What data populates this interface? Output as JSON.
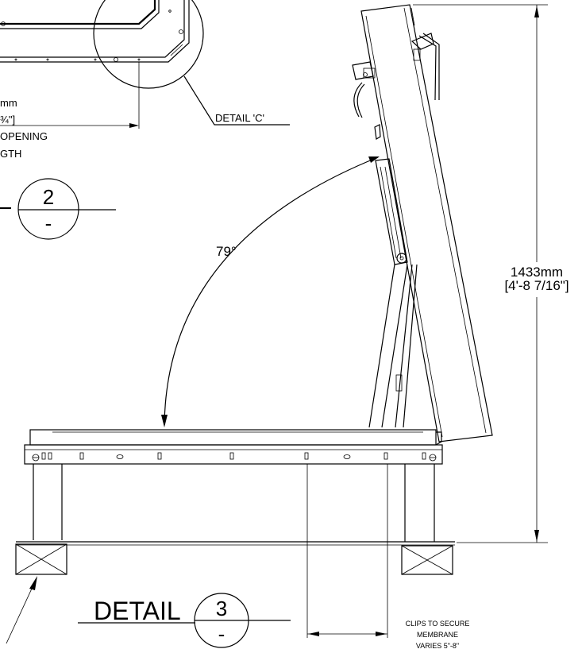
{
  "partial_dimension": {
    "line1": "mm",
    "line2": "¾\"]",
    "line3": "OPENING",
    "line4": "GTH"
  },
  "detail_c": {
    "label": "DETAIL 'C'"
  },
  "section_2": {
    "number": "2",
    "sheet": "-"
  },
  "angle": {
    "label": "79°"
  },
  "height_dimension": {
    "metric": "1433mm",
    "imperial": "[4'-8 7/16\"]"
  },
  "detail_3": {
    "title": "DETAIL",
    "number": "3",
    "sheet": "-"
  },
  "clips_note": {
    "line1": "CLIPS TO SECURE",
    "line2": "MEMBRANE",
    "line3": "VARIES 5\"-8\""
  }
}
